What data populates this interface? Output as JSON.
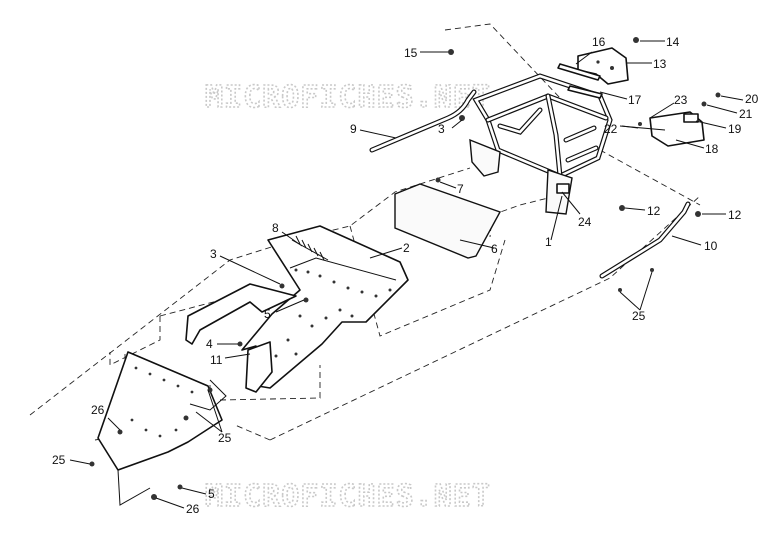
{
  "watermark": {
    "top": "MICROFICHES.NET",
    "bottom": "MICROFICHES.NET"
  },
  "callouts": [
    {
      "id": "c15",
      "label": "15"
    },
    {
      "id": "c16",
      "label": "16"
    },
    {
      "id": "c14",
      "label": "14"
    },
    {
      "id": "c13",
      "label": "13"
    },
    {
      "id": "c17",
      "label": "17"
    },
    {
      "id": "c20",
      "label": "20"
    },
    {
      "id": "c21",
      "label": "21"
    },
    {
      "id": "c23",
      "label": "23"
    },
    {
      "id": "c22",
      "label": "22"
    },
    {
      "id": "c19",
      "label": "19"
    },
    {
      "id": "c18",
      "label": "18"
    },
    {
      "id": "c9",
      "label": "9"
    },
    {
      "id": "c3a",
      "label": "3"
    },
    {
      "id": "c7",
      "label": "7"
    },
    {
      "id": "c12a",
      "label": "12"
    },
    {
      "id": "c12b",
      "label": "12"
    },
    {
      "id": "c24",
      "label": "24"
    },
    {
      "id": "c1",
      "label": "1"
    },
    {
      "id": "c10",
      "label": "10"
    },
    {
      "id": "c8",
      "label": "8"
    },
    {
      "id": "c2",
      "label": "2"
    },
    {
      "id": "c6",
      "label": "6"
    },
    {
      "id": "c3b",
      "label": "3"
    },
    {
      "id": "c5a",
      "label": "5"
    },
    {
      "id": "c25a",
      "label": "25"
    },
    {
      "id": "c4",
      "label": "4"
    },
    {
      "id": "c11",
      "label": "11"
    },
    {
      "id": "c26a",
      "label": "26"
    },
    {
      "id": "c25b",
      "label": "25"
    },
    {
      "id": "c25c",
      "label": "25"
    },
    {
      "id": "c5b",
      "label": "5"
    },
    {
      "id": "c26b",
      "label": "26"
    }
  ]
}
